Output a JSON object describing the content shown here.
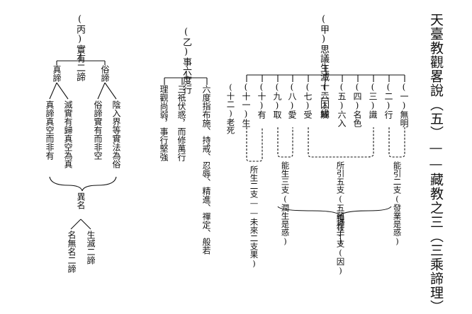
{
  "title": "天臺教觀畧說（五）——藏教之三（三乘諦理）",
  "section_jia": {
    "heading": "(甲)思議生滅十二因緣",
    "links": [
      "(一)無明",
      "(二)行",
      "(三)識",
      "(四)名色",
      "(五)六入",
      "(六)觸",
      "(七)受",
      "(八)愛",
      "(九)取",
      "(十)有",
      "(十一)生",
      "(十二)老死"
    ],
    "group_past": "能引二支(發業是惑)",
    "group_gen5": "所引五支(五蘊種子)",
    "group_cap3": "能生三支(潤生是惑)",
    "group_future": "所生二支——未來二支果)",
    "present_label": "現在十支(因)"
  },
  "section_yi": {
    "heading": "(乙)事六度行",
    "items": [
      "六度指布施、持戒、忍辱、精進、禪定、般若",
      "三祇伏惑，而修萬行",
      "理觀尚弱，事行堅強"
    ]
  },
  "section_bing": {
    "heading": "(丙)實有二諦",
    "truth_real": "真諦",
    "truth_common": "俗諦",
    "desc_real_1": "滅實有歸真空為真",
    "desc_real_2": "真諦真空而非有",
    "desc_common_1": "陰入界等實法為俗",
    "desc_common_2": "俗諦實有而非空",
    "alias_head": "異名",
    "alias_1": "生滅二諦",
    "alias_2": "名無名二諦"
  }
}
